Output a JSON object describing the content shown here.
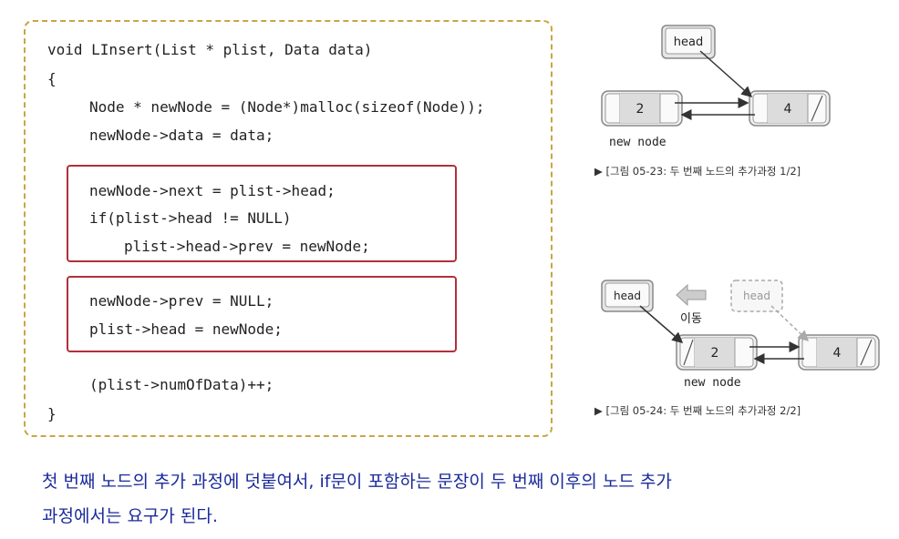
{
  "code": {
    "lines": [
      "void LInsert(List * plist, Data data)",
      "{",
      "Node * newNode = (Node*)malloc(sizeof(Node));",
      "newNode->data = data;",
      "newNode->next = plist->head;",
      "if(plist->head != NULL)",
      "plist->head->prev = newNode;",
      "newNode->prev = NULL;",
      "plist->head = newNode;",
      "(plist->numOfData)++;",
      "}"
    ]
  },
  "figure1": {
    "head_label": "head",
    "node_a_value": "2",
    "node_b_value": "4",
    "new_node_label": "new node",
    "caption": "▶ [그림 05-23: 두 번째 노드의 추가과정 1/2]"
  },
  "figure2": {
    "head_label": "head",
    "ghost_head_label": "head",
    "move_label": "이동",
    "node_a_value": "2",
    "node_b_value": "4",
    "new_node_label": "new node",
    "caption": "▶ [그림 05-24: 두 번째 노드의 추가과정 2/2]"
  },
  "footer": {
    "line1": "첫 번째 노드의 추가 과정에 덧붙여서, if문이 포함하는 문장이 두 번째 이후의 노드 추가",
    "line2": "과정에서는 요구가 된다."
  },
  "colors": {
    "code_border": "#c9a544",
    "highlight_border": "#b0303a",
    "footer_text": "#1a2a9a"
  }
}
